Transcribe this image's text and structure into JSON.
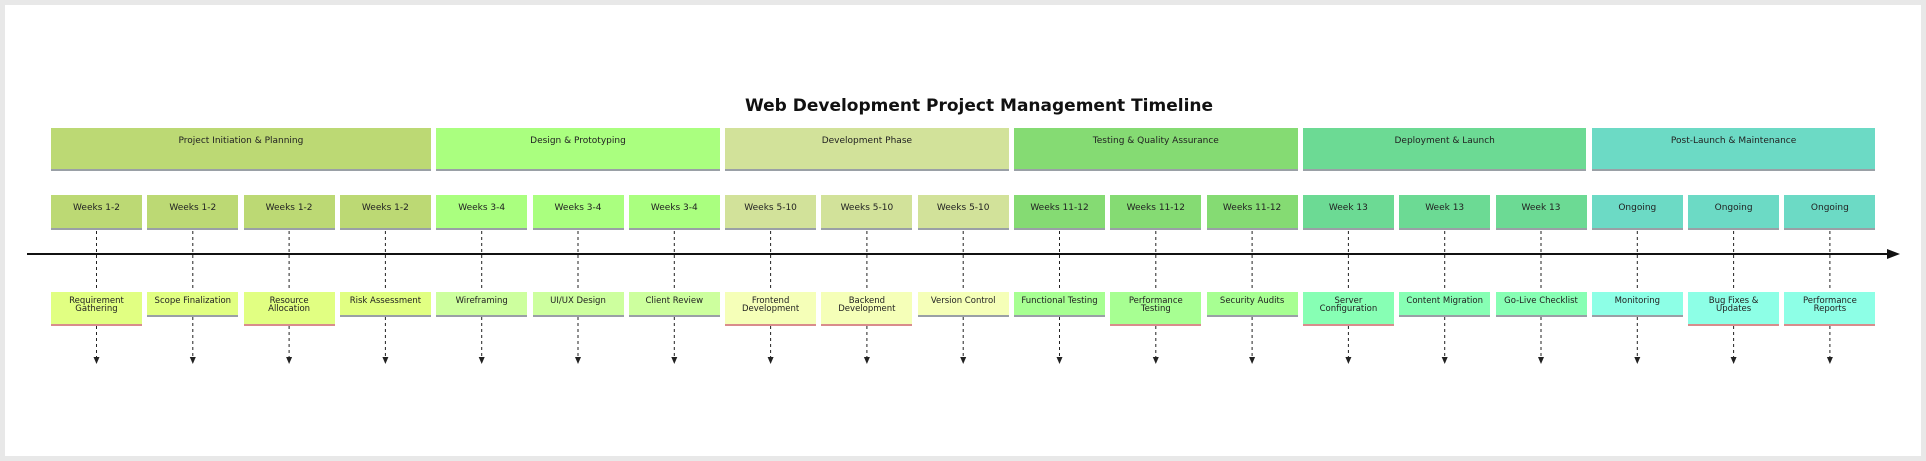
{
  "title": "Web Development Project Management Timeline",
  "phases": [
    {
      "label": "Project Initiation & Planning",
      "color": "#bcd974"
    },
    {
      "label": "Design & Prototyping",
      "color": "#aaff7f"
    },
    {
      "label": "Development Phase",
      "color": "#d2e29a"
    },
    {
      "label": "Testing & Quality Assurance",
      "color": "#85db73"
    },
    {
      "label": "Deployment & Launch",
      "color": "#6cda94"
    },
    {
      "label": "Post-Launch & Maintenance",
      "color": "#6cdac5"
    }
  ],
  "milestones": [
    {
      "week": "Weeks 1-2",
      "task": "Requirement Gathering",
      "phase": 0,
      "task_color": "#e1ff82"
    },
    {
      "week": "Weeks 1-2",
      "task": "Scope Finalization",
      "phase": 0,
      "task_color": "#e1ff82"
    },
    {
      "week": "Weeks 1-2",
      "task": "Resource Allocation",
      "phase": 0,
      "task_color": "#e1ff82"
    },
    {
      "week": "Weeks 1-2",
      "task": "Risk Assessment",
      "phase": 0,
      "task_color": "#e1ff82"
    },
    {
      "week": "Weeks 3-4",
      "task": "Wireframing",
      "phase": 1,
      "task_color": "#cdff9e"
    },
    {
      "week": "Weeks 3-4",
      "task": "UI/UX Design",
      "phase": 1,
      "task_color": "#cdff9e"
    },
    {
      "week": "Weeks 3-4",
      "task": "Client Review",
      "phase": 1,
      "task_color": "#cdff9e"
    },
    {
      "week": "Weeks 5-10",
      "task": "Frontend Development",
      "phase": 2,
      "task_color": "#f5ffb8"
    },
    {
      "week": "Weeks 5-10",
      "task": "Backend Development",
      "phase": 2,
      "task_color": "#f5ffb8"
    },
    {
      "week": "Weeks 5-10",
      "task": "Version Control",
      "phase": 2,
      "task_color": "#f5ffb8"
    },
    {
      "week": "Weeks 11-12",
      "task": "Functional Testing",
      "phase": 3,
      "task_color": "#a7ff92"
    },
    {
      "week": "Weeks 11-12",
      "task": "Performance Testing",
      "phase": 3,
      "task_color": "#a7ff92"
    },
    {
      "week": "Weeks 11-12",
      "task": "Security Audits",
      "phase": 3,
      "task_color": "#a7ff92"
    },
    {
      "week": "Week 13",
      "task": "Server Configuration",
      "phase": 4,
      "task_color": "#87ffb4"
    },
    {
      "week": "Week 13",
      "task": "Content Migration",
      "phase": 4,
      "task_color": "#87ffb4"
    },
    {
      "week": "Week 13",
      "task": "Go-Live Checklist",
      "phase": 4,
      "task_color": "#87ffb4"
    },
    {
      "week": "Ongoing",
      "task": "Monitoring",
      "phase": 5,
      "task_color": "#8dffe6"
    },
    {
      "week": "Ongoing",
      "task": "Bug Fixes & Updates",
      "phase": 5,
      "task_color": "#8dffe6"
    },
    {
      "week": "Ongoing",
      "task": "Performance Reports",
      "phase": 5,
      "task_color": "#8dffe6"
    }
  ]
}
